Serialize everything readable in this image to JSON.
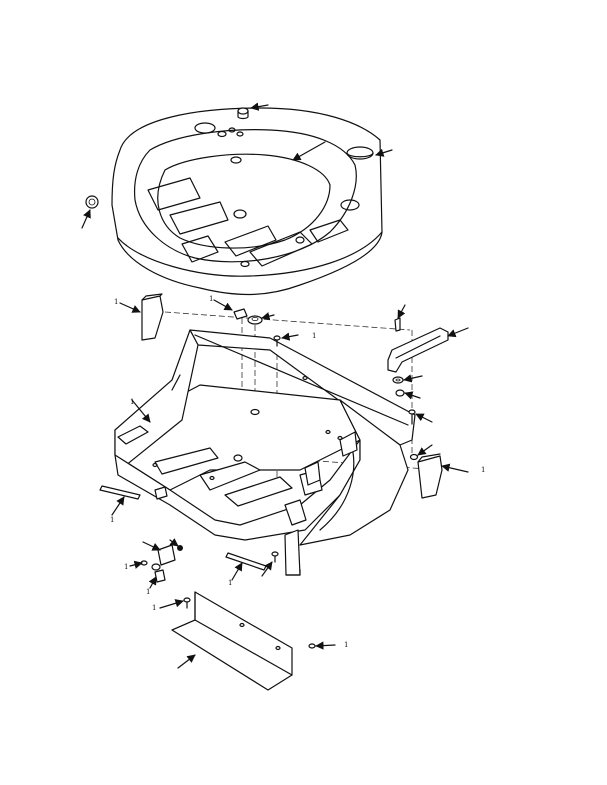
{
  "colors": {
    "ink": "#111111",
    "paper": "#ffffff"
  },
  "callouts": [
    {
      "id": "c1",
      "label": "1"
    },
    {
      "id": "c2",
      "label": "1"
    },
    {
      "id": "c3",
      "label": "1"
    },
    {
      "id": "c4",
      "label": "1"
    },
    {
      "id": "c5",
      "label": "1"
    },
    {
      "id": "c6",
      "label": "1"
    },
    {
      "id": "c7",
      "label": "1"
    },
    {
      "id": "c8",
      "label": "1"
    },
    {
      "id": "c9",
      "label": "1"
    },
    {
      "id": "c10",
      "label": "1"
    },
    {
      "id": "c11",
      "label": "1"
    }
  ]
}
